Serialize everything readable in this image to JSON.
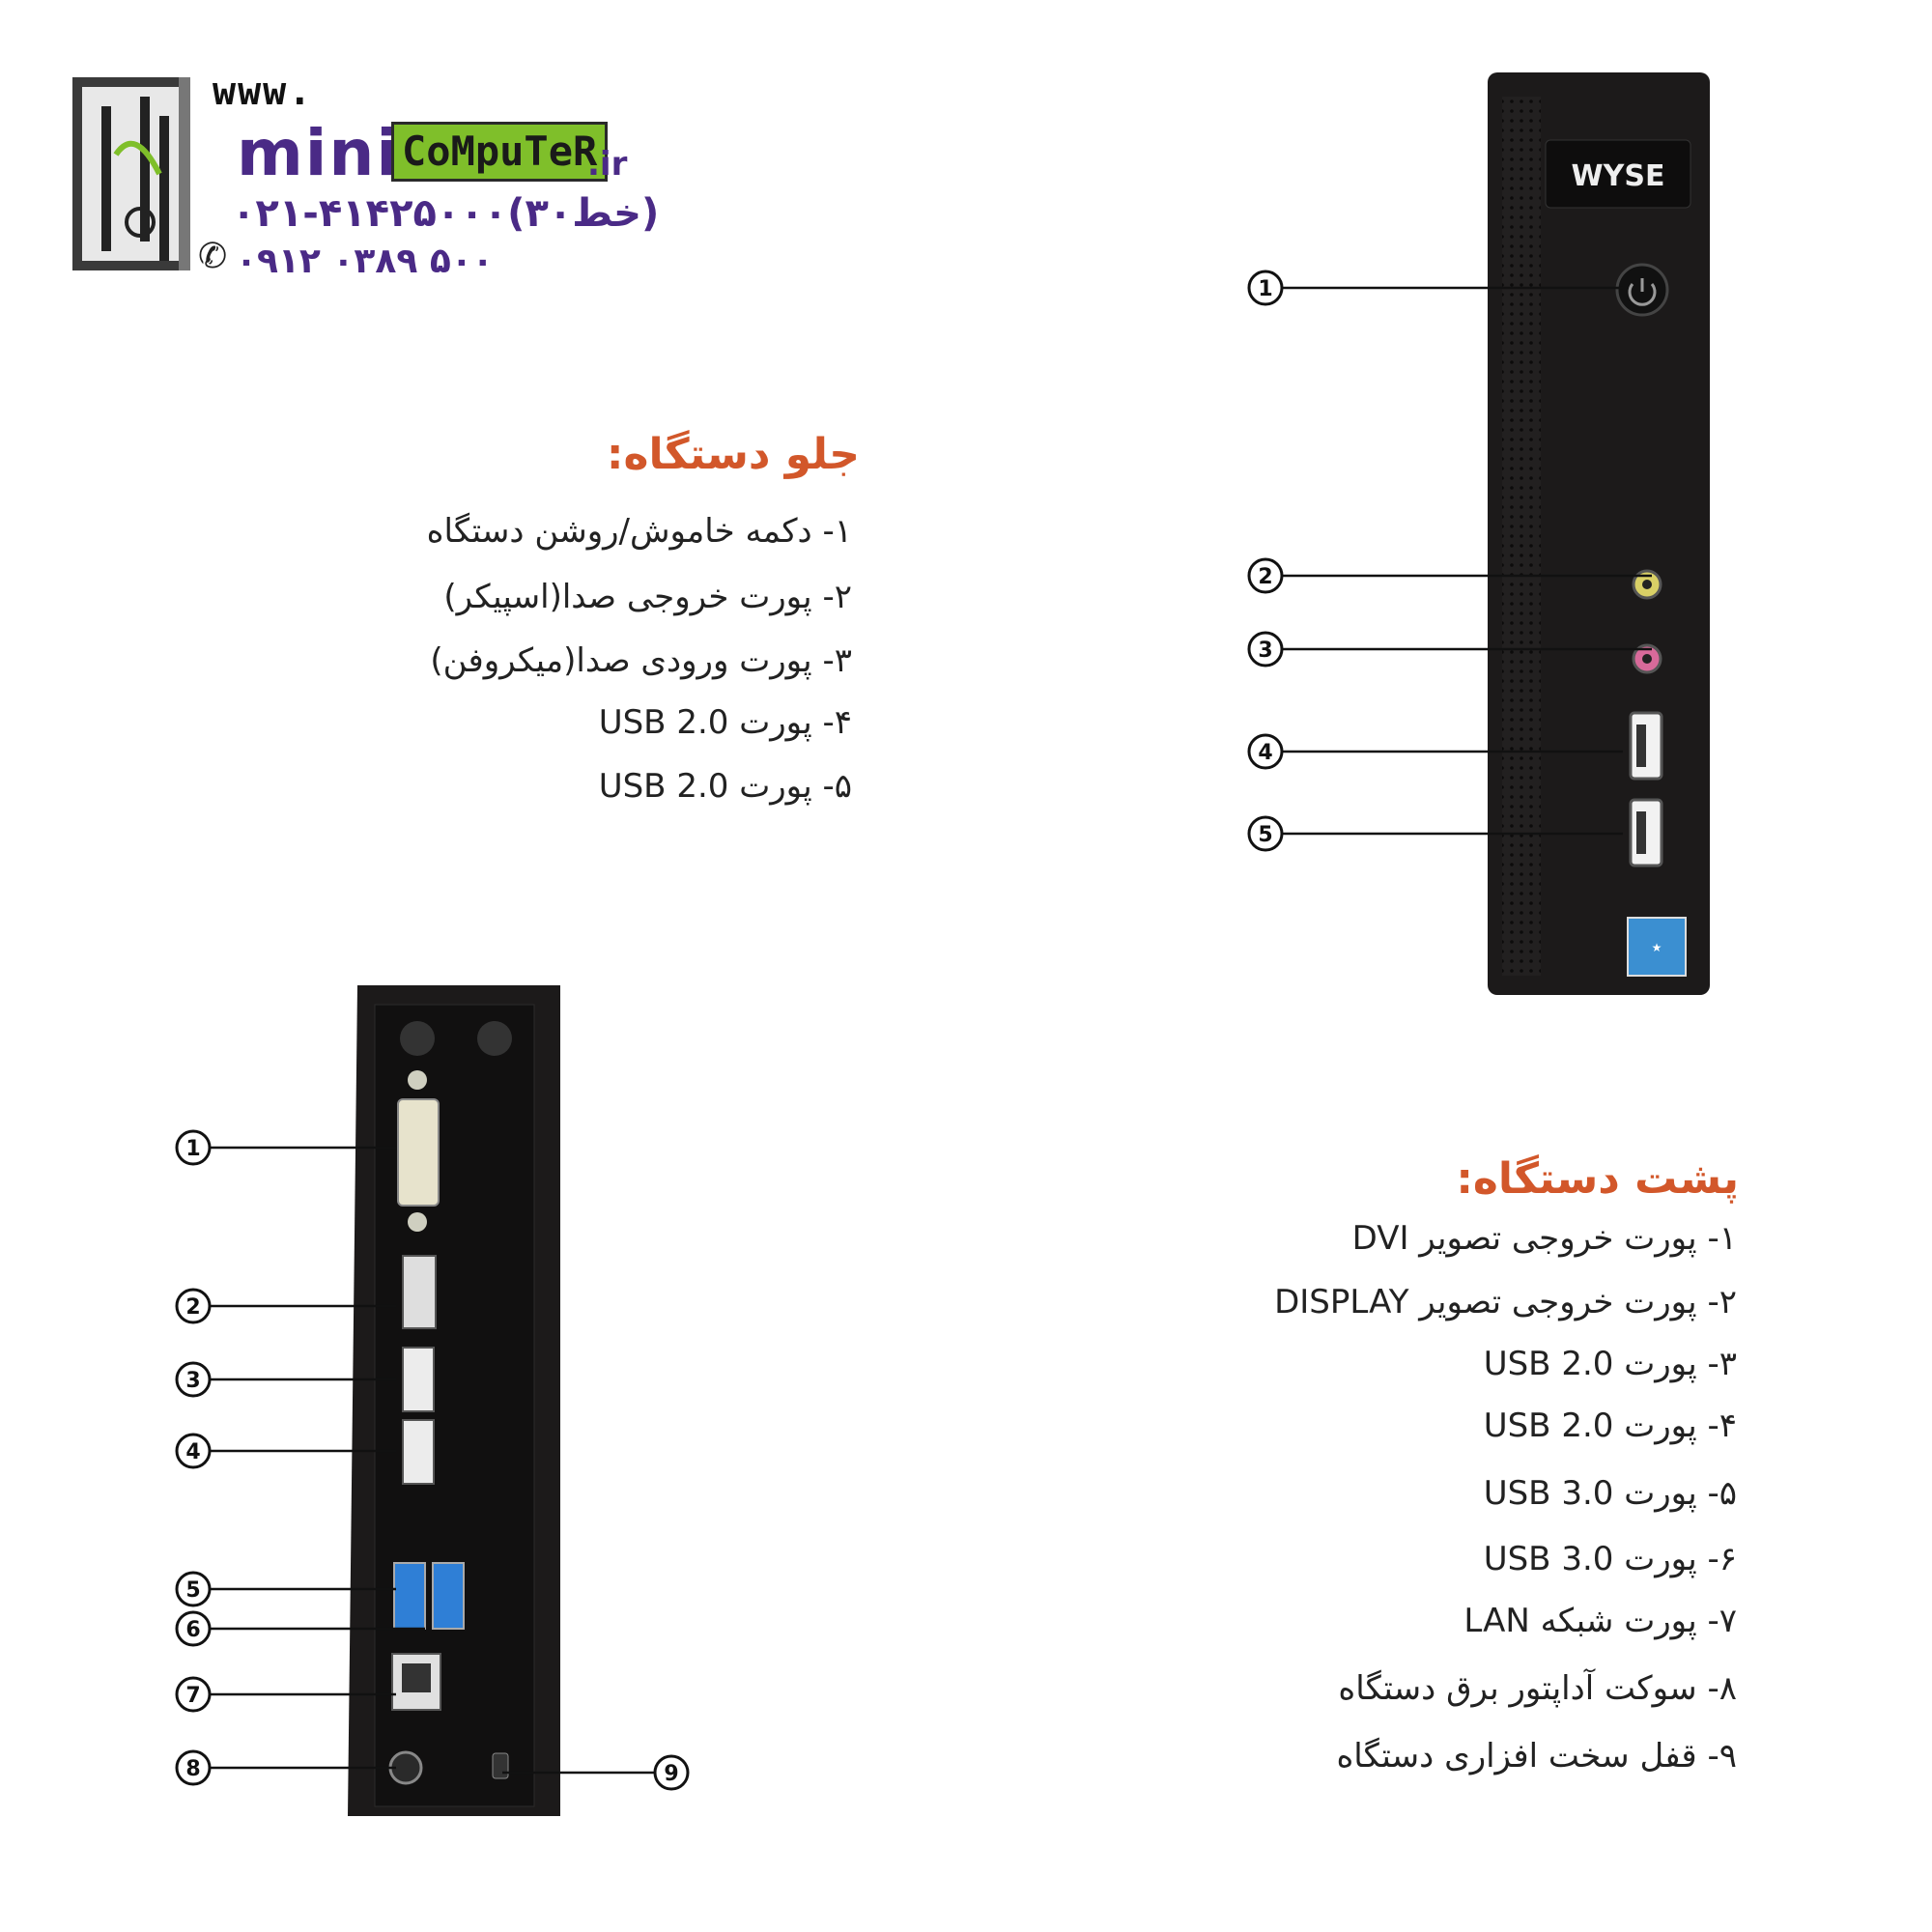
{
  "logo": {
    "www": "www.",
    "mini": "mini",
    "computer": "CoMpuTeR",
    "ir": ".ir",
    "phone_main": "۰۲۱-۴۱۴۲۵۰۰۰(۳۰خط)",
    "phone_mobile": "۰۹۱۲ ۰۳۸۹ ۵۰۰"
  },
  "device_front": {
    "brand": "WYSE",
    "callouts": [
      "1",
      "2",
      "3",
      "4",
      "5"
    ]
  },
  "device_back": {
    "callouts": [
      "1",
      "2",
      "3",
      "4",
      "5",
      "6",
      "7",
      "8",
      "9"
    ]
  },
  "front_section": {
    "title": "جلو دستگاه:",
    "items": [
      "۱- دکمه خاموش/روشن دستگاه",
      "۲-  پورت خروجی صدا(اسپیکر)",
      "۳-  پورت ورودی صدا(میکروفن)",
      "۴- پورت USB 2.0",
      "۵- پورت USB 2.0"
    ]
  },
  "back_section": {
    "title": "پشت دستگاه:",
    "items": [
      "۱- پورت خروجی تصویر DVI",
      "۲- پورت خروجی تصویر DISPLAY",
      "۳- پورت USB 2.0",
      "۴- پورت USB 2.0",
      "۵- پورت USB 3.0",
      "۶- پورت USB 3.0",
      "۷- پورت شبکه LAN",
      "۸-  سوکت آداپتور برق دستگاه",
      "۹- قفل سخت افزاری دستگاه"
    ]
  },
  "colors": {
    "title_accent": "#d2572a",
    "logo_purple": "#4a2a86",
    "logo_green": "#7fbf2a",
    "device_body": "#1c1a1a"
  }
}
